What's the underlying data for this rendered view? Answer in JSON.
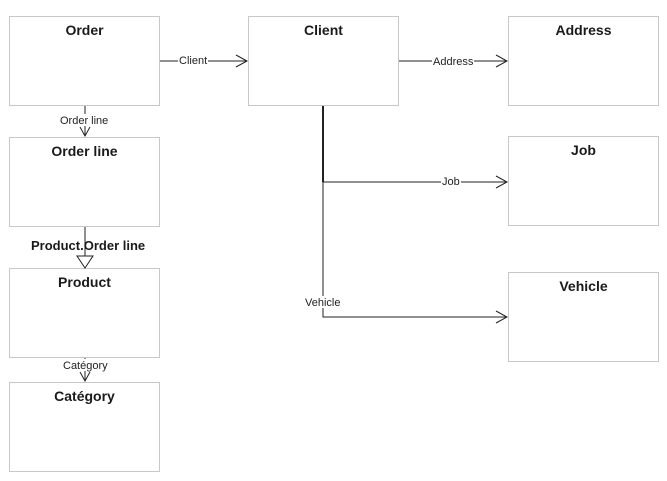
{
  "entities": {
    "order": "Order",
    "client": "Client",
    "address": "Address",
    "order_line": "Order line",
    "job": "Job",
    "product": "Product",
    "vehicle": "Vehicle",
    "category": "Catégory"
  },
  "relations": {
    "order_client": "Client",
    "client_address": "Address",
    "order_order_line": "Order line",
    "client_job": "Job",
    "client_vehicle": "Vehicle",
    "product_category": "Catégory"
  },
  "inheritance_label": "Product.Order line"
}
